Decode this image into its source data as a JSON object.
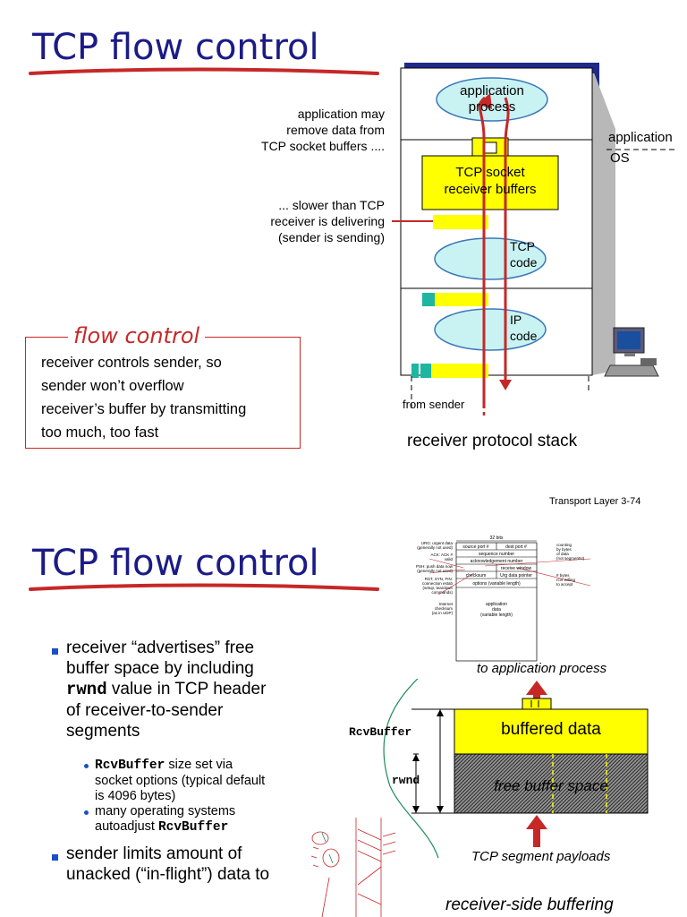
{
  "slide1": {
    "title": "TCP flow control",
    "ann_remove": [
      "application may",
      "remove data from",
      "TCP socket buffers ...."
    ],
    "ann_slower": [
      "... slower than TCP",
      "receiver is delivering",
      "(sender is sending)"
    ],
    "app_process": [
      "application",
      "process"
    ],
    "socket_buffers": [
      "TCP socket",
      "receiver buffers"
    ],
    "tcp_code": [
      "TCP",
      "code"
    ],
    "ip_code": [
      "IP",
      "code"
    ],
    "side_application": "application",
    "side_os": "OS",
    "from_sender": "from sender",
    "stack_caption": "receiver protocol stack",
    "flow_control_heading": "flow control",
    "flow_control_text": [
      "receiver controls sender, so",
      "sender won’t overflow",
      "receiver’s buffer by transmitting",
      "too much, too fast"
    ],
    "footer": "Transport Layer 3-74"
  },
  "slide2": {
    "title": "TCP flow control",
    "bullet1": [
      "receiver “advertises” free",
      "buffer space by including",
      "value in TCP header",
      "of receiver-to-sender",
      "segments"
    ],
    "bullet1_code": "rwnd",
    "sub1_code": "RcvBuffer",
    "sub1": [
      " size set via",
      "socket options (typical default",
      "is 4096 bytes)"
    ],
    "sub2": [
      "many operating systems",
      "autoadjust "
    ],
    "sub2_code": "RcvBuffer",
    "bullet2": [
      "sender limits amount of",
      "unacked (“in-flight”) data to"
    ],
    "to_app": "to application process",
    "rcvbuffer_label": "RcvBuffer",
    "rwnd_label": "rwnd",
    "buffered_data": "buffered data",
    "free_space": "free buffer space",
    "segment_payloads": "TCP segment payloads",
    "receiver_side": "receiver-side buffering",
    "header": {
      "bits": "32 bits",
      "src": "source port #",
      "dst": "dest port #",
      "seq": "sequence number",
      "ack": "acknowledgement number",
      "rw": "receive window",
      "csum": "checksum",
      "urg": "Urg data pointer",
      "opts": "options (variable length)",
      "appdata": [
        "application",
        "data",
        "(variable length)"
      ],
      "left": [
        "URG: urgent data",
        "(generally not used)",
        "ACK: ACK #",
        "valid",
        "PSH: push data now",
        "(generally not used)",
        "RST, SYN, FIN:",
        "connection estab",
        "(setup, teardown",
        "commands)",
        "Internet",
        "checksum",
        "(as in UDP)"
      ],
      "right": [
        "counting",
        "by bytes",
        "of data",
        "(not segments!)",
        "# bytes",
        "rcvr willing",
        "to accept"
      ]
    }
  }
}
